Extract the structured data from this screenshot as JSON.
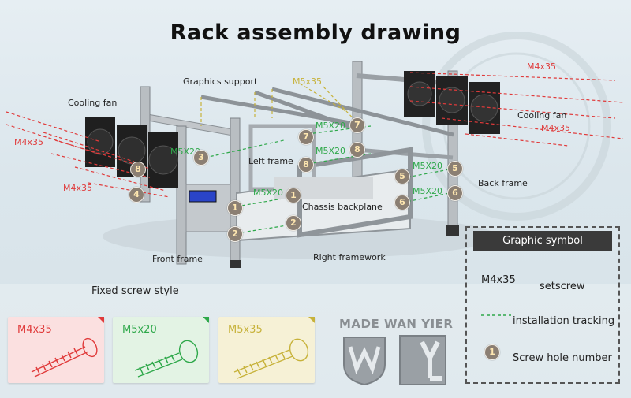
{
  "title": "Rack assembly drawing",
  "labels": {
    "graphics_support": "Graphics support",
    "cooling_fan_left": "Cooling fan",
    "cooling_fan_right": "Cooling fan",
    "left_frame": "Left frame",
    "back_frame": "Back  frame",
    "chassis_backplane": "Chassis backplane",
    "front_frame": "Front frame",
    "right_framework": "Right framework",
    "fixed_screw_style": "Fixed screw style"
  },
  "screw_labels": {
    "m4x35_top_right": "M4x35",
    "m5x35_top": "M5x35",
    "m4x35_right": "M4x35",
    "m4x35_left_top": "M4x35",
    "m4x35_left_bot": "M4x35",
    "m5x20_a": "M5X20",
    "m5x20_b": "M5X20",
    "m5x20_c": "M5X20",
    "m5x20_d": "M5X20",
    "m5x20_e": "M5X20",
    "m5x20_f": "M5X20"
  },
  "hole_numbers": {
    "n1": "1",
    "n1b": "1",
    "n2": "2",
    "n2b": "2",
    "n3": "3",
    "n4": "4",
    "n5": "5",
    "n5b": "5",
    "n6": "6",
    "n6b": "6",
    "n7": "7",
    "n7b": "7",
    "n8": "8",
    "n8b": "8",
    "n8c": "8"
  },
  "screw_cards": [
    {
      "label": "M4x35",
      "color": "#e03a3a",
      "bg": "#fbe0e0"
    },
    {
      "label": "M5x20",
      "color": "#2ea84a",
      "bg": "#e3f3e4"
    },
    {
      "label": "M5x35",
      "color": "#c7b23a",
      "bg": "#f6f1d6"
    }
  ],
  "brand": {
    "text": "MADE WAN YIER"
  },
  "legend": {
    "heading": "Graphic symbol",
    "setscrew_sample": "M4x35",
    "setscrew_label": "setscrew",
    "tracking_label": "installation tracking",
    "hole_sample": "1",
    "hole_label": "Screw hole number"
  }
}
